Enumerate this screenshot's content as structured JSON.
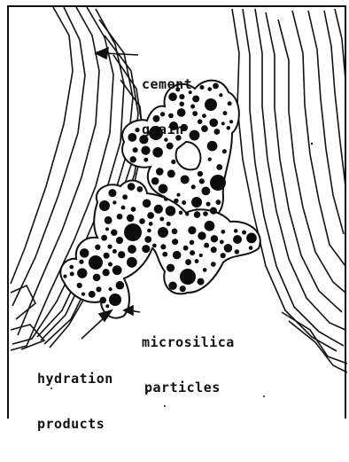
{
  "labels": {
    "cement_grain_line1": "cement",
    "cement_grain_line2": "grain",
    "microsilica_line1": "microsilica",
    "microsilica_line2": "particles",
    "hydration_line1": "hydration",
    "hydration_line2": "products"
  },
  "colors": {
    "ink": "#111111",
    "paper": "#ffffff",
    "particle": "#0d0d0d"
  }
}
